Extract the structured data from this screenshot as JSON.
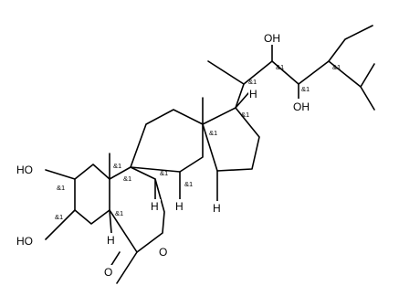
{
  "molecule": {
    "atom_labels": {
      "oh_2": "HO",
      "oh_3": "HO",
      "oh_22": "OH",
      "oh_23": "OH",
      "o_lactone_ring": "O",
      "o_carbonyl": "O",
      "h_8": "H",
      "h_9": "H",
      "h_14": "H",
      "h_17": "H",
      "h_5": "H"
    },
    "stereo_mark": "&1",
    "colors": {
      "bond": "#000000",
      "background": "#ffffff"
    }
  }
}
